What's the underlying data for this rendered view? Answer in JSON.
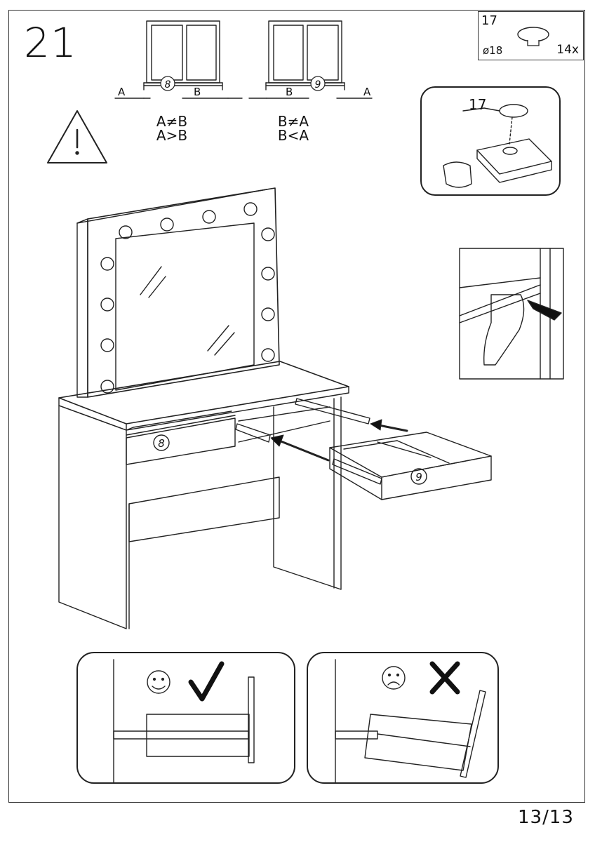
{
  "step": {
    "number": "21"
  },
  "parts": {
    "id": "17",
    "diameter": "ø18",
    "quantity": "14x"
  },
  "diagram_left": {
    "label_a": "A",
    "label_b": "B",
    "part": "8",
    "ineq1": "A≠B",
    "ineq2": "A>B"
  },
  "diagram_right": {
    "label_a": "A",
    "label_b": "B",
    "part": "9",
    "ineq1": "B≠A",
    "ineq2": "B<A"
  },
  "detail": {
    "part_label": "17"
  },
  "drawers": {
    "drawer_a": "8",
    "drawer_b": "9"
  },
  "page": {
    "number": "13/13"
  }
}
